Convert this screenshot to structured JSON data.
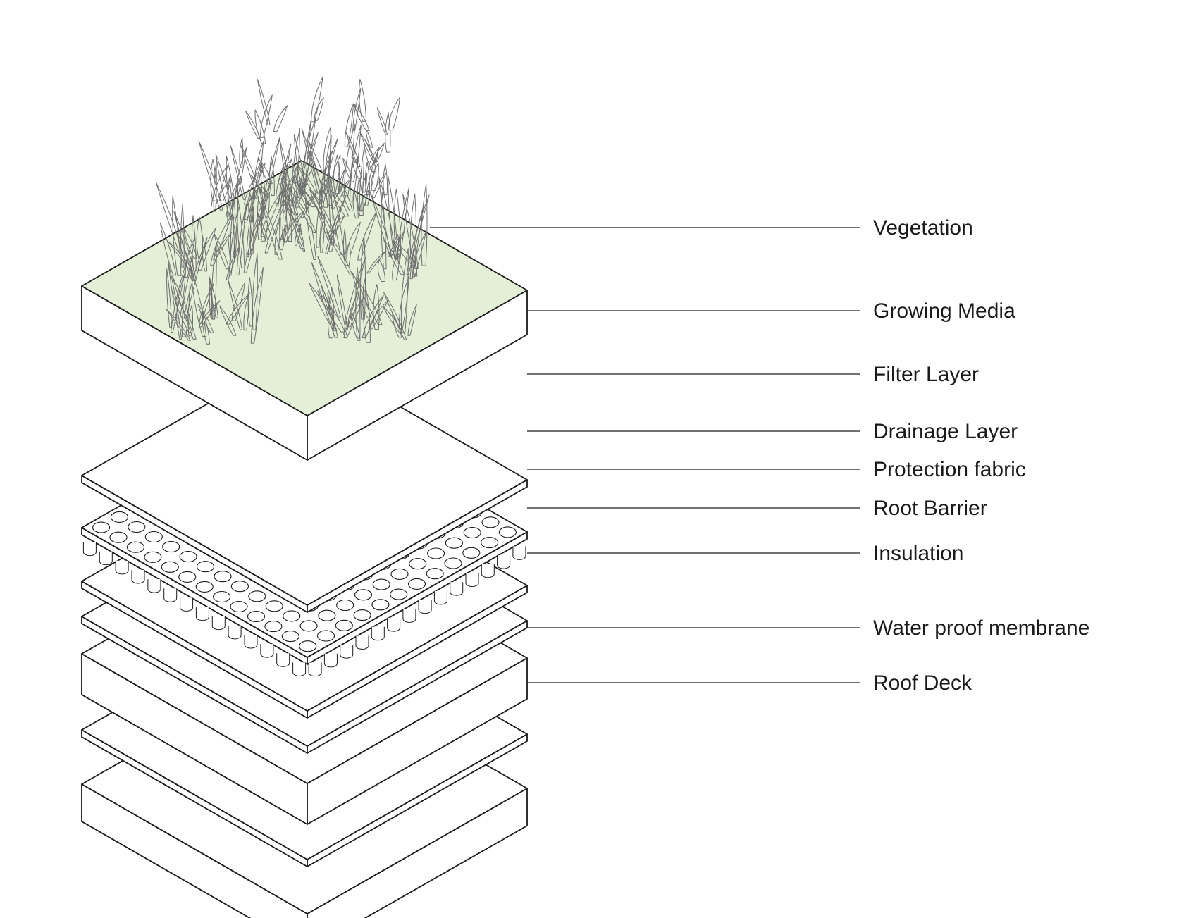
{
  "colors": {
    "vegetation_fill": "#e3f0d7",
    "layer_fill": "#ffffff",
    "line": "#1a1a1a",
    "grass_line": "#6e6e6e",
    "background": "#ffffff"
  },
  "layers": [
    {
      "id": "roof-deck",
      "label": "Roof Deck",
      "kind": "thick"
    },
    {
      "id": "water-proof-membrane",
      "label": "Water proof membrane",
      "kind": "thin"
    },
    {
      "id": "insulation",
      "label": "Insulation",
      "kind": "thick"
    },
    {
      "id": "root-barrier",
      "label": "Root Barrier",
      "kind": "thin"
    },
    {
      "id": "protection-fabric",
      "label": "Protection fabric",
      "kind": "thin"
    },
    {
      "id": "drainage-layer",
      "label": "Drainage Layer",
      "kind": "drainage"
    },
    {
      "id": "filter-layer",
      "label": "Filter Layer",
      "kind": "thin"
    },
    {
      "id": "growing-media",
      "label": "Growing Media",
      "kind": "thick-green"
    },
    {
      "id": "vegetation",
      "label": "Vegetation",
      "kind": "plants"
    }
  ]
}
